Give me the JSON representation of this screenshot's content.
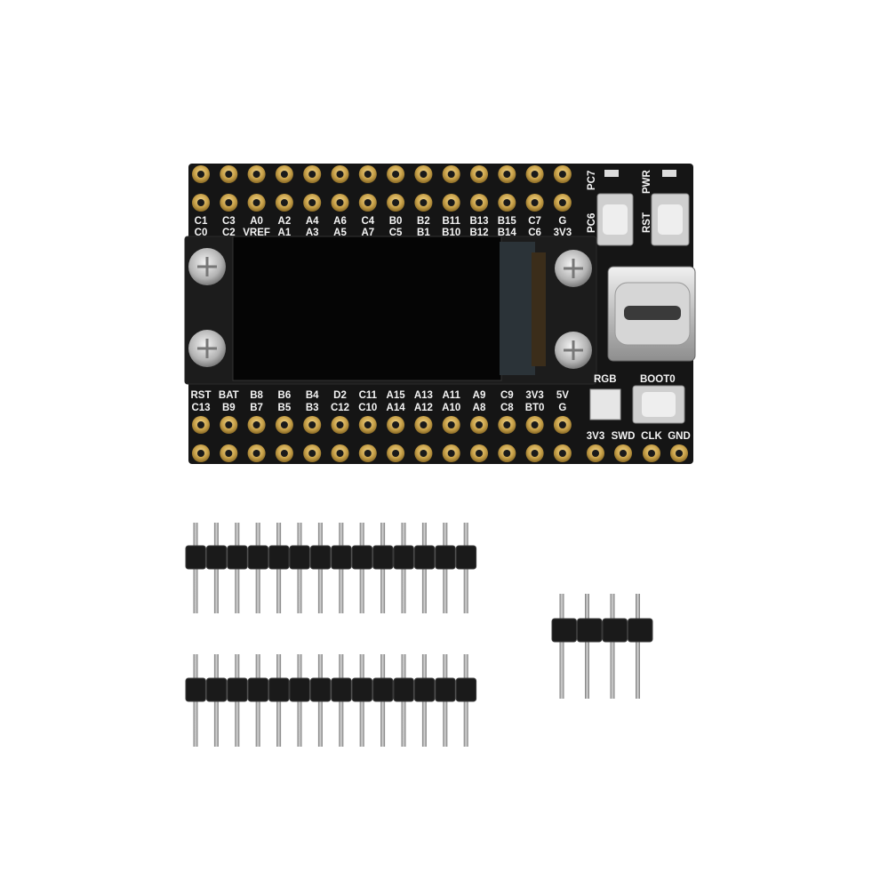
{
  "board": {
    "top_row1": [
      "C1",
      "C3",
      "A0",
      "A2",
      "A4",
      "A6",
      "C4",
      "B0",
      "B2",
      "B11",
      "B13",
      "B15",
      "C7",
      "G"
    ],
    "top_row2": [
      "C0",
      "C2",
      "VREF",
      "A1",
      "A3",
      "A5",
      "A7",
      "C5",
      "B1",
      "B10",
      "B12",
      "B14",
      "C6",
      "3V3"
    ],
    "bottom_row1": [
      "RST",
      "BAT",
      "B8",
      "B6",
      "B4",
      "D2",
      "C11",
      "A15",
      "A13",
      "A11",
      "A9",
      "C9",
      "3V3",
      "5V"
    ],
    "bottom_row2": [
      "C13",
      "B9",
      "B7",
      "B5",
      "B3",
      "C12",
      "C10",
      "A14",
      "A12",
      "A10",
      "A8",
      "C8",
      "BT0",
      "G"
    ],
    "side_labels": {
      "pc7": "PC7",
      "pc6": "PC6",
      "pwr": "PWR",
      "rst": "RST",
      "rgb": "RGB",
      "boot": "BOOT0"
    },
    "debug_labels": [
      "3V3",
      "SWD",
      "CLK",
      "GND"
    ]
  },
  "headers": {
    "long_pin_count": 14,
    "short_pin_count": 4
  },
  "colors": {
    "pcb": "#151515",
    "gold": "#c9a24a",
    "screen": "#050505",
    "metal": "#c8c8c8"
  }
}
